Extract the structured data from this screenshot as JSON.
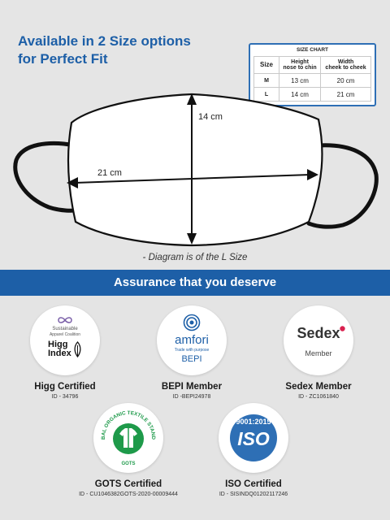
{
  "headline": {
    "line1": "Available in 2 Size options",
    "line2": "for Perfect Fit"
  },
  "size_chart": {
    "title": "SIZE CHART",
    "headers": {
      "size": "Size",
      "height_1": "Height",
      "height_2": "nose to chin",
      "width_1": "Width",
      "width_2": "cheek to cheek"
    },
    "rows": [
      {
        "size": "M",
        "height": "13 cm",
        "width": "20 cm"
      },
      {
        "size": "L",
        "height": "14 cm",
        "width": "21 cm"
      }
    ]
  },
  "diagram": {
    "height_label": "14 cm",
    "width_label": "21 cm",
    "note": "- Diagram is of the L Size"
  },
  "assurance": {
    "banner": "Assurance that you deserve"
  },
  "certs": {
    "higg": {
      "logo_small_1": "Sustainable",
      "logo_small_2": "Apparel Coalition",
      "logo_word_1": "Higg",
      "logo_word_2": "Index",
      "title": "Higg Certified",
      "id": "ID - 34796"
    },
    "amfori": {
      "logo_word": "amfori",
      "logo_tag": "Trade with purpose",
      "logo_sub": "BEPI",
      "title": "BEPI Member",
      "id": "ID -BEPI24978"
    },
    "sedex": {
      "logo_word": "Sedex",
      "logo_sub": "Member",
      "title": "Sedex Member",
      "id": "ID - ZC1061840"
    },
    "gots": {
      "logo_ring": "GLOBAL ORGANIC TEXTILE STANDARD",
      "logo_bottom": "GOTS",
      "title": "GOTS Certified",
      "id": "ID - CU1046382GOTS-2020-00009444"
    },
    "iso": {
      "logo_top": "9001:2015",
      "logo_word": "ISO",
      "title": "ISO Certified",
      "id": "ID - SISINDQ01202117246"
    }
  },
  "colors": {
    "accent": "#1d5fa7",
    "background": "#e5e5e5",
    "gots_green": "#1e9a4a"
  }
}
